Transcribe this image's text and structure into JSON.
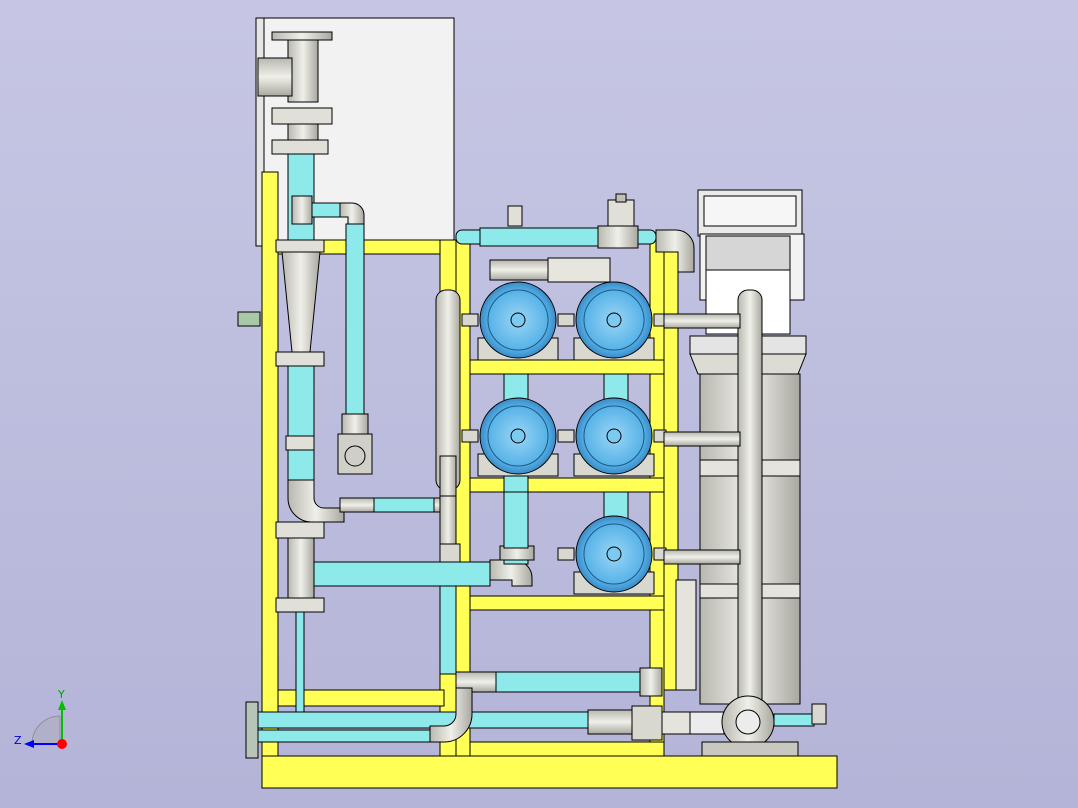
{
  "viewport": {
    "background_top": "#c6c6e4",
    "background_bottom": "#b4b4d8"
  },
  "model": {
    "frame_color": "#ffff55",
    "pipe_color": "#8eeaea",
    "metal_color": "#d8d8d0",
    "panel_color": "#f2f2f2",
    "membrane_color": "#5ab4e8",
    "line_color": "#000000",
    "membrane_housing_count": 5
  },
  "axis_triad": {
    "y_label": "Y",
    "z_label": "Z",
    "y_color": "#00c000",
    "z_color": "#0000ff",
    "origin_color": "#ff0000"
  }
}
